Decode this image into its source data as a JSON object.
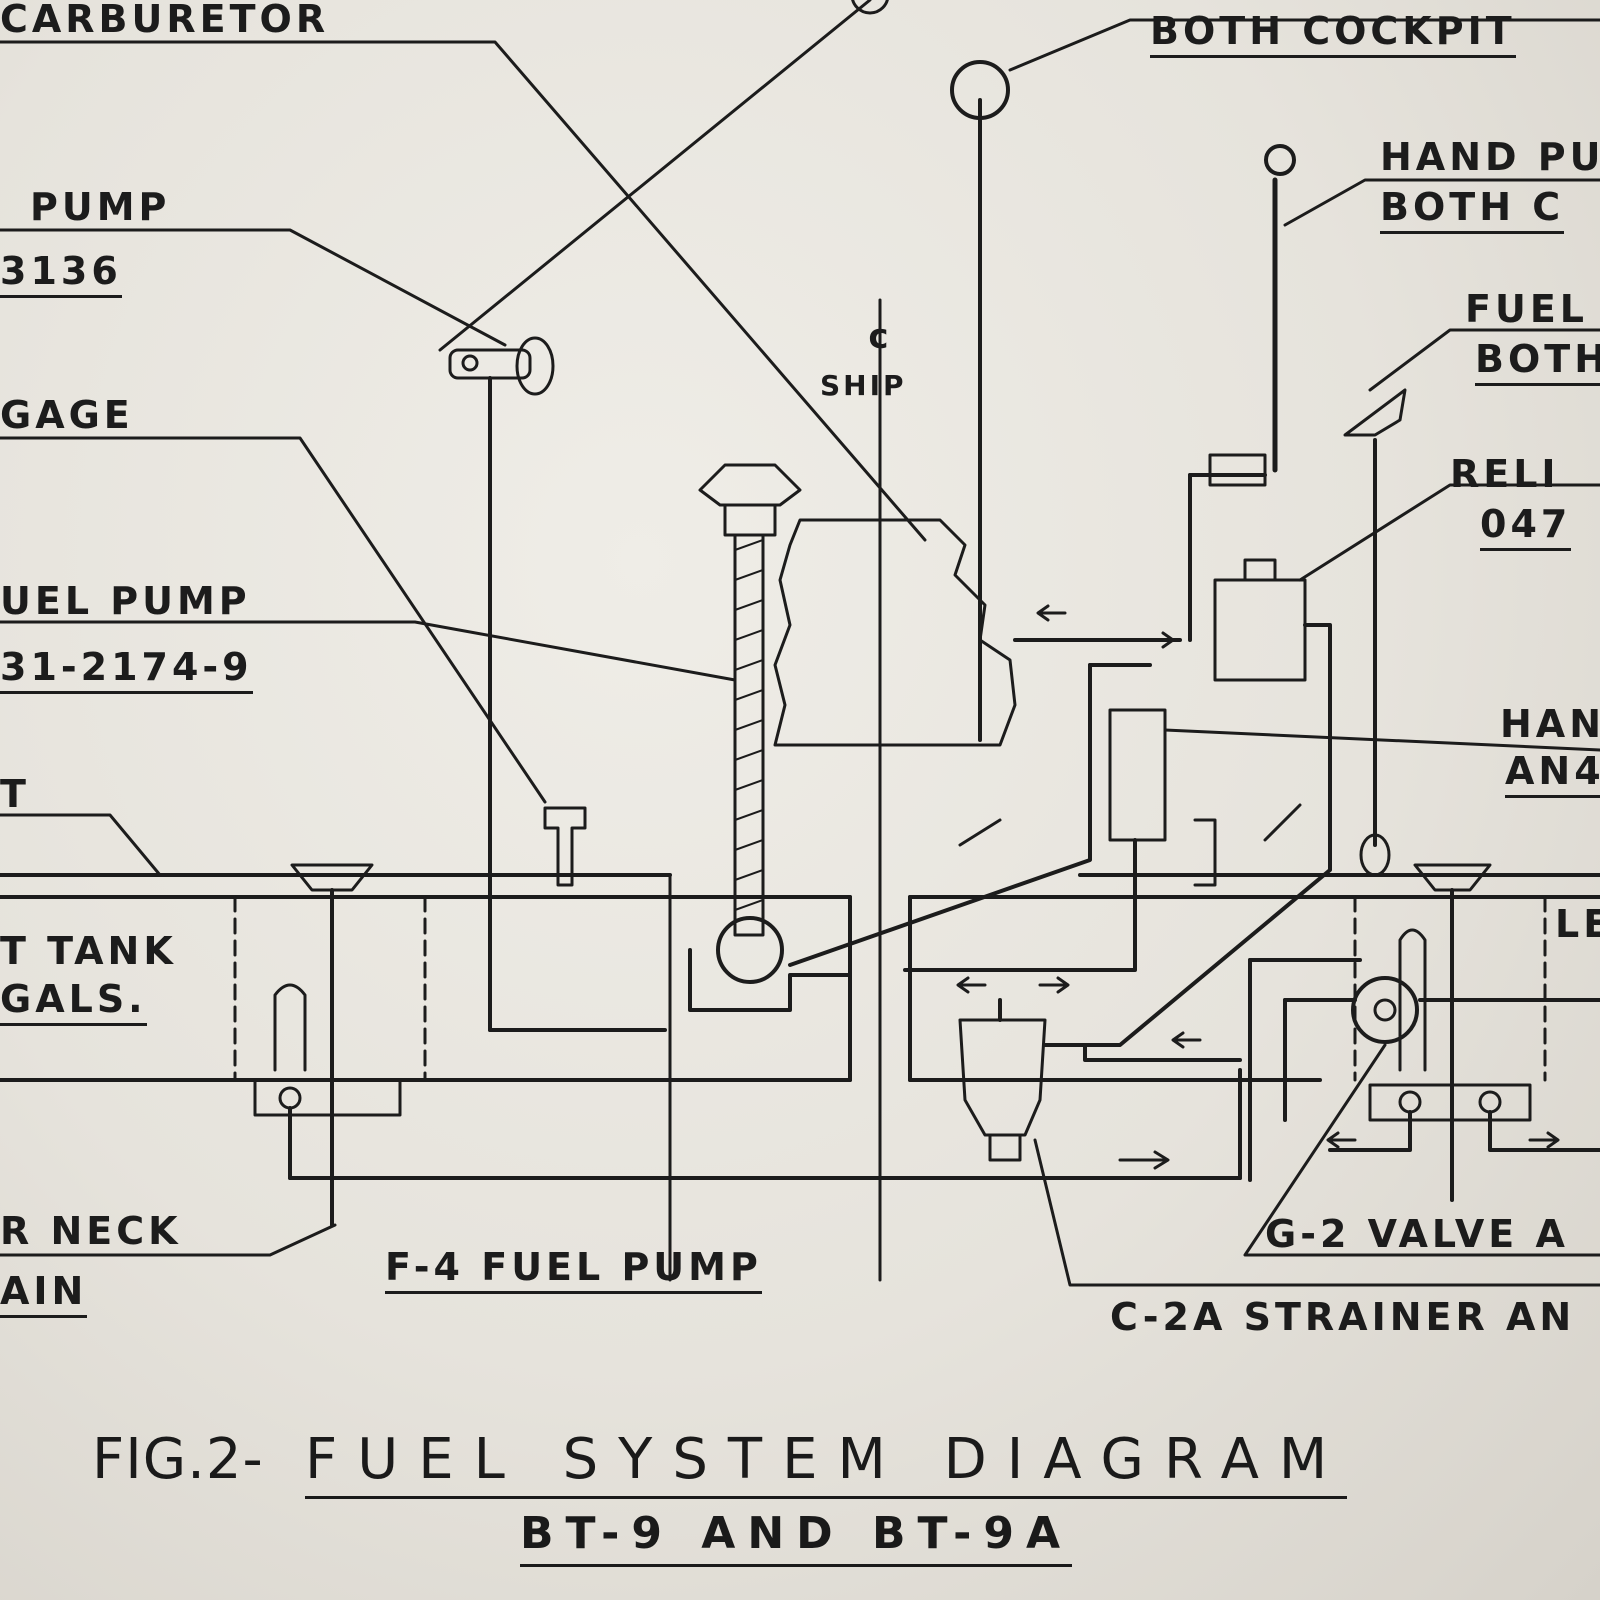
{
  "labels": {
    "carburetor": "CARBURETOR",
    "both_cockpit": "BOTH COCKPIT",
    "pump": "PUMP",
    "num_3136": "3136",
    "hand_pu": "HAND PU",
    "both_c": "BOTH C",
    "fuel_top": "FUEL",
    "both_top": "BOTH",
    "gage": "GAGE",
    "reli": "RELI",
    "num_047": "047",
    "uel_pump": "UEL PUMP",
    "num_2174": "31-2174-9",
    "han": "HAN",
    "an4": "AN4",
    "t_frag": "T",
    "ship": "SHIP",
    "centerline": "¢",
    "le": "LE",
    "tank": "T TANK",
    "gals": "GALS.",
    "r_neck": "R NECK",
    "ain": "AIN",
    "f4_fuel_pump": "F-4 FUEL PUMP",
    "g2_valve": "G-2 VALVE A",
    "c2a_strainer": "C-2A STRAINER AN"
  },
  "caption": {
    "fig": "FIG.2-",
    "title": "FUEL SYSTEM DIAGRAM",
    "subtitle": "BT-9 AND BT-9A"
  }
}
